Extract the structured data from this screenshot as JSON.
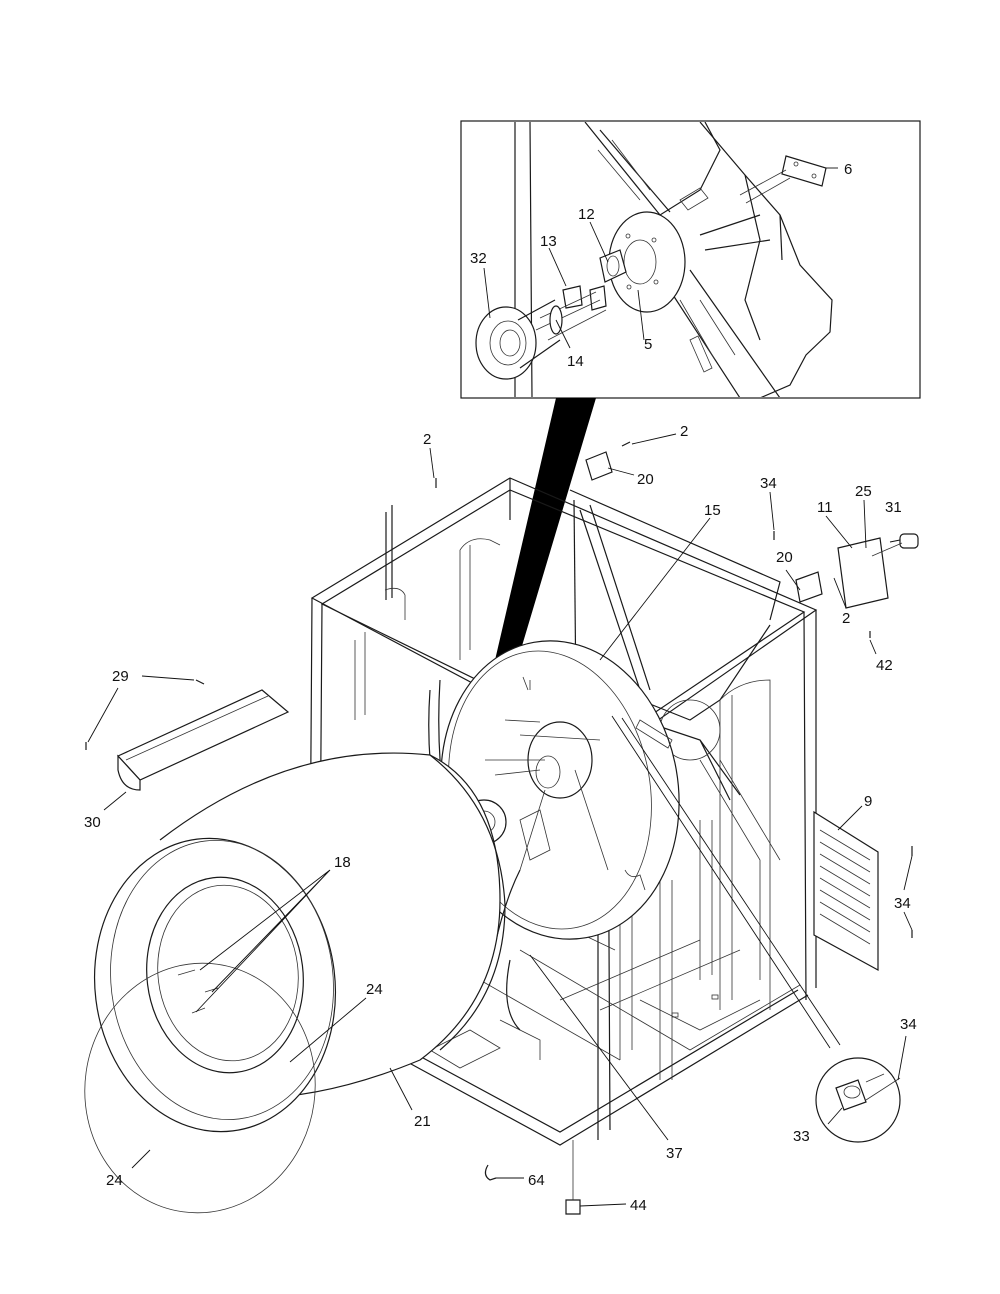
{
  "diagram": {
    "callouts": [
      {
        "id": "c6",
        "text": "6"
      },
      {
        "id": "c12",
        "text": "12"
      },
      {
        "id": "c13",
        "text": "13"
      },
      {
        "id": "c32",
        "text": "32"
      },
      {
        "id": "c14",
        "text": "14"
      },
      {
        "id": "c5",
        "text": "5"
      },
      {
        "id": "c2a",
        "text": "2"
      },
      {
        "id": "c2b",
        "text": "2"
      },
      {
        "id": "c20a",
        "text": "20"
      },
      {
        "id": "c15",
        "text": "15"
      },
      {
        "id": "c34a",
        "text": "34"
      },
      {
        "id": "c25",
        "text": "25"
      },
      {
        "id": "c11",
        "text": "11"
      },
      {
        "id": "c31",
        "text": "31"
      },
      {
        "id": "c20b",
        "text": "20"
      },
      {
        "id": "c2c",
        "text": "2"
      },
      {
        "id": "c42",
        "text": "42"
      },
      {
        "id": "c29",
        "text": "29"
      },
      {
        "id": "c30",
        "text": "30"
      },
      {
        "id": "c9",
        "text": "9"
      },
      {
        "id": "c18",
        "text": "18"
      },
      {
        "id": "c34b",
        "text": "34"
      },
      {
        "id": "c24a",
        "text": "24"
      },
      {
        "id": "c34c",
        "text": "34"
      },
      {
        "id": "c21",
        "text": "21"
      },
      {
        "id": "c33",
        "text": "33"
      },
      {
        "id": "c37",
        "text": "37"
      },
      {
        "id": "c24b",
        "text": "24"
      },
      {
        "id": "c64",
        "text": "64"
      },
      {
        "id": "c44",
        "text": "44"
      }
    ]
  }
}
